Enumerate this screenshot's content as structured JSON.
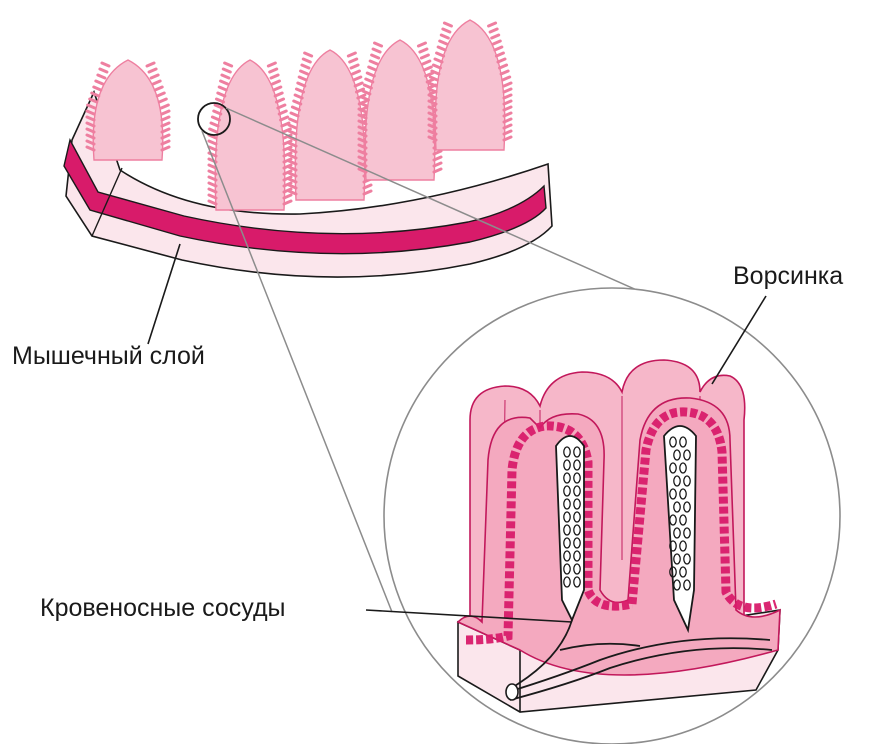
{
  "labels": {
    "villus": "Ворсинка",
    "muscle_layer": "Мышечный слой",
    "blood_vessels": "Кровеносные сосуды"
  },
  "colors": {
    "tissue_light": "#fbe6ec",
    "tissue_mid": "#f4b6c8",
    "villi_pink": "#ee7fa0",
    "muscle_magenta": "#d81b6a",
    "outline": "#1a1a1a",
    "zoom_line": "#8c8c8c"
  }
}
